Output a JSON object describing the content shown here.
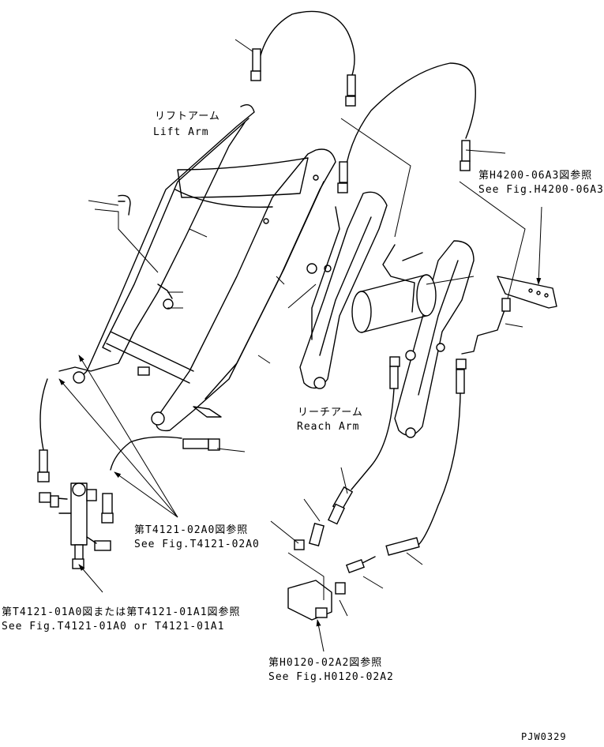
{
  "labels": {
    "lift_arm_jp": "リフトアーム",
    "lift_arm_en": "Lift Arm",
    "reach_arm_jp": "リーチアーム",
    "reach_arm_en": "Reach Arm",
    "ref_h4200_jp": "第H4200-06A3図参照",
    "ref_h4200_en": "See Fig.H4200-06A3",
    "ref_t4121_02_jp": "第T4121-02A0図参照",
    "ref_t4121_02_en": "See Fig.T4121-02A0",
    "ref_t4121_01_jp": "第T4121-01A0図または第T4121-01A1図参照",
    "ref_t4121_01_en": "See Fig.T4121-01A0 or T4121-01A1",
    "ref_h0120_jp": "第H0120-02A2図参照",
    "ref_h0120_en": "See Fig.H0120-02A2",
    "drawing_no": "PJW0329"
  }
}
